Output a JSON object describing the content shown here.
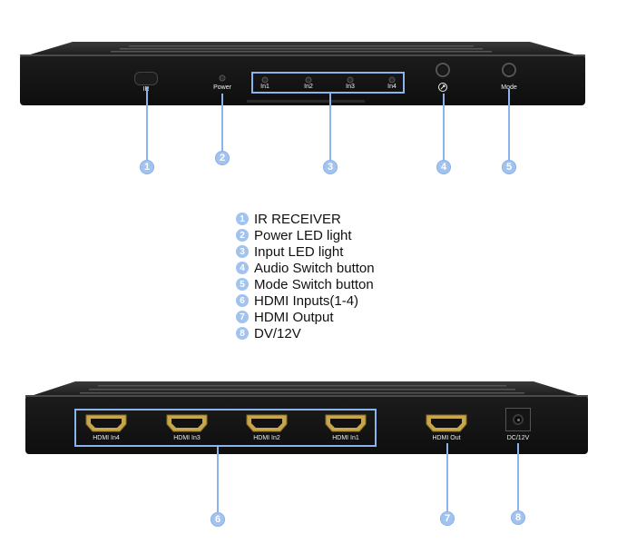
{
  "front_panel": {
    "ir_label": "IR",
    "power_label": "Power",
    "input_labels": [
      "In1",
      "In2",
      "In3",
      "In4"
    ],
    "audio_icon": "audio-switch-icon",
    "mode_label": "Mode"
  },
  "rear_panel": {
    "hdmi_inputs": [
      "HDMI In4",
      "HDMI In3",
      "HDMI In2",
      "HDMI In1"
    ],
    "hdmi_output": "HDMI Out",
    "dc_label": "DC/12V"
  },
  "callouts": [
    "1",
    "2",
    "3",
    "4",
    "5",
    "6",
    "7",
    "8"
  ],
  "legend": [
    {
      "num": "1",
      "text": "IR RECEIVER"
    },
    {
      "num": "2",
      "text": "Power LED light"
    },
    {
      "num": "3",
      "text": "Input LED light"
    },
    {
      "num": "4",
      "text": "Audio Switch button"
    },
    {
      "num": "5",
      "text": "Mode Switch button"
    },
    {
      "num": "6",
      "text": "HDMI Inputs(1-4)"
    },
    {
      "num": "7",
      "text": "HDMI Output"
    },
    {
      "num": "8",
      "text": "DV/12V"
    }
  ],
  "colors": {
    "accent": "#8cb4ec",
    "badge": "#a2c3ee",
    "device": "#141414"
  }
}
